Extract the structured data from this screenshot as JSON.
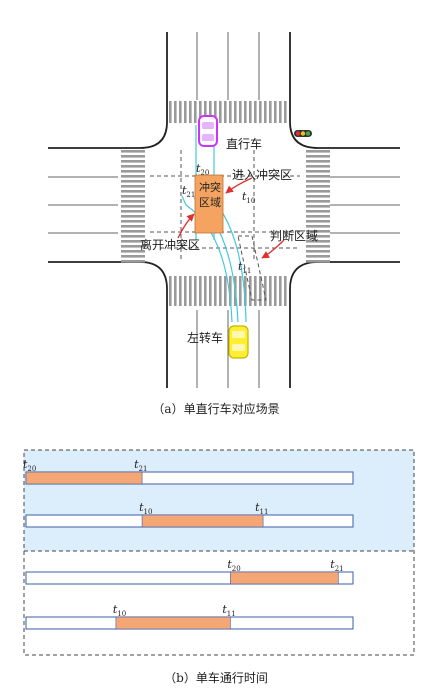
{
  "figure_a": {
    "caption": "（a）单直行车对应场景",
    "labels": {
      "straight_car": "直行车",
      "left_car": "左转车",
      "conflict_zone": "冲突\n区域",
      "enter_zone": "进入冲突区",
      "judge_zone": "判断区域",
      "leave_zone": "离开冲突区"
    },
    "time_marks": [
      {
        "id": "t20",
        "base": "t",
        "sub": "20"
      },
      {
        "id": "t21",
        "base": "t",
        "sub": "21"
      },
      {
        "id": "t10",
        "base": "t",
        "sub": "10"
      },
      {
        "id": "t11",
        "base": "t",
        "sub": "11"
      }
    ],
    "colors": {
      "straight_car": "#cc33ff",
      "left_car": "#ffee33",
      "conflict_zone": "#f4a460",
      "arrow": "#e03030",
      "path": "#44c8e0"
    }
  },
  "figure_b": {
    "caption": "（b）单车通行时间",
    "colors": {
      "occupied": "#f4a674",
      "highlight": "#dcedfb",
      "bar_border": "#3a5ea8"
    },
    "groups": [
      {
        "shaded": true,
        "rows": [
          {
            "start_label": {
              "base": "t",
              "sub": "20"
            },
            "end_label": {
              "base": "t",
              "sub": "21"
            },
            "start": 0.0,
            "end": 0.355
          },
          {
            "start_label": {
              "base": "t",
              "sub": "10"
            },
            "end_label": {
              "base": "t",
              "sub": "11"
            },
            "start": 0.355,
            "end": 0.725
          }
        ]
      },
      {
        "shaded": false,
        "rows": [
          {
            "start_label": {
              "base": "t",
              "sub": "20"
            },
            "end_label": {
              "base": "t",
              "sub": "21"
            },
            "start": 0.625,
            "end": 0.955
          },
          {
            "start_label": {
              "base": "t",
              "sub": "10"
            },
            "end_label": {
              "base": "t",
              "sub": "11"
            },
            "start": 0.275,
            "end": 0.625
          }
        ]
      }
    ]
  }
}
